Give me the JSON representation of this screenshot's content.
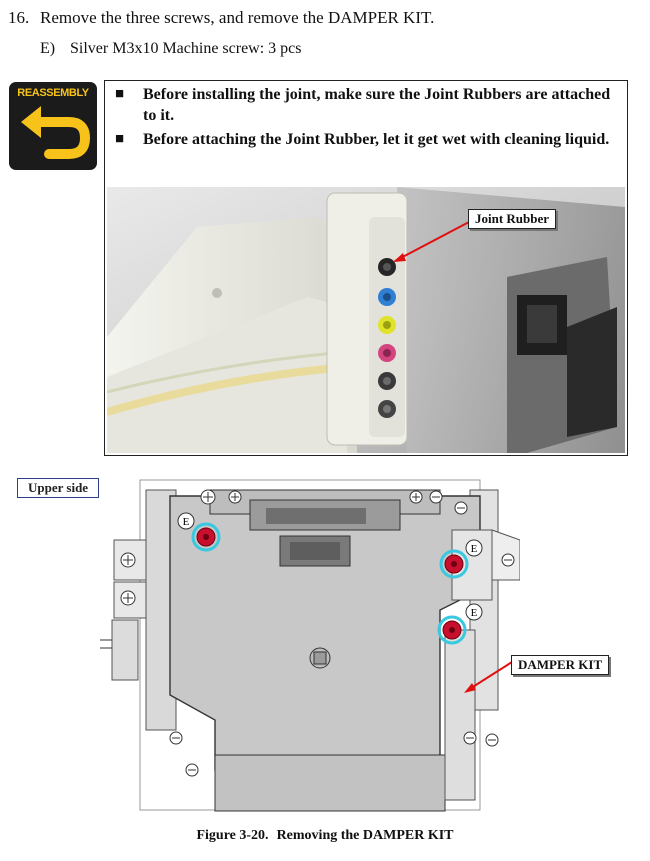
{
  "step": {
    "number": "16.",
    "text": "Remove the three screws, and remove the DAMPER KIT."
  },
  "screw_spec": {
    "letter": "E)",
    "text": "Silver M3x10 Machine screw: 3 pcs"
  },
  "reassembly_badge": {
    "label": "REASSEMBLY",
    "badge_color": "#f7c31a"
  },
  "notes": [
    "Before installing the joint, make sure the Joint Rubbers are attached to it.",
    "Before attaching the Joint Rubber, let it get wet with cleaning liquid."
  ],
  "photo": {
    "callout": "Joint Rubber"
  },
  "diagram": {
    "view_label": "Upper side",
    "part_label": "DAMPER KIT",
    "screw_marker": "E",
    "screw_color": "#c8102e",
    "highlight_color": "#38c8e0"
  },
  "caption": {
    "figure": "Figure 3-20.",
    "title": "Removing the DAMPER KIT"
  }
}
